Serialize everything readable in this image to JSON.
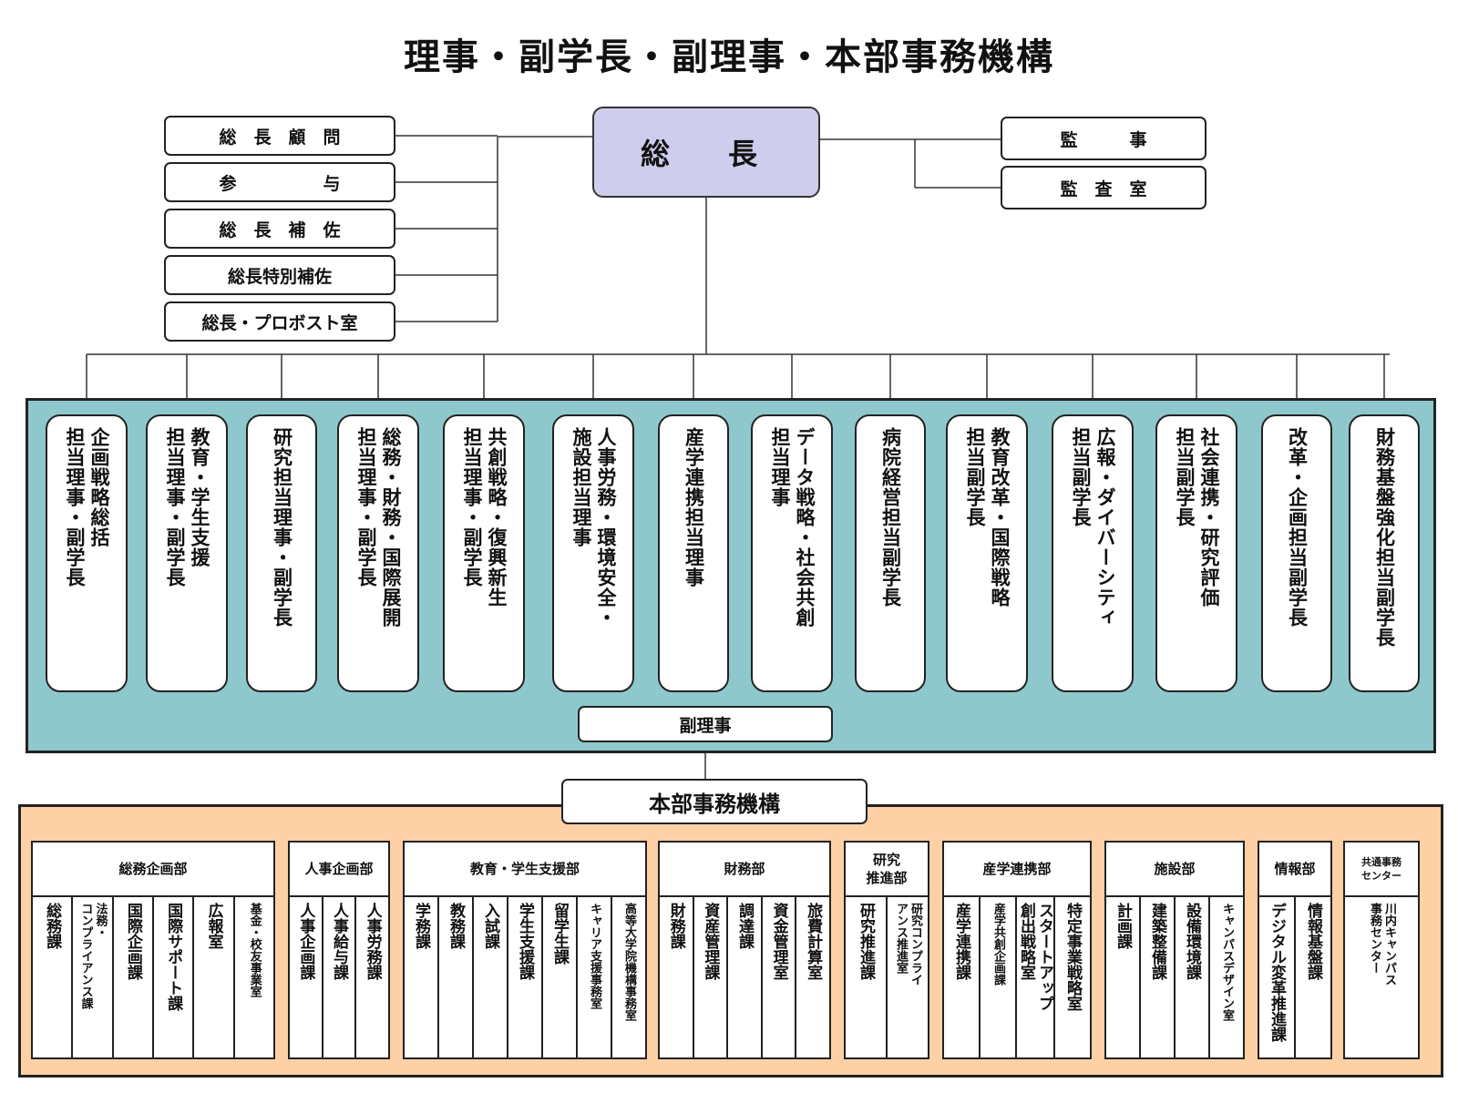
{
  "title": "理事・副学長・副理事・本部事務機構",
  "president": "総　長",
  "advisors": [
    "総　長　顧　問",
    "参　　　　　与",
    "総　長　補　佐",
    "総長特別補佐",
    "総長・プロボスト室"
  ],
  "audit": [
    "監　　　事",
    "監　査　室"
  ],
  "executives": [
    {
      "lines": [
        "企画戦略総括",
        "担当理事・副学長"
      ]
    },
    {
      "lines": [
        "教育・学生支援",
        "担当理事・副学長"
      ]
    },
    {
      "lines": [
        "研究担当理事・副学長"
      ]
    },
    {
      "lines": [
        "総務・財務・国際展開",
        "担当理事・副学長"
      ]
    },
    {
      "lines": [
        "共創戦略・復興新生",
        "担当理事・副学長"
      ]
    },
    {
      "lines": [
        "人事労務・環境安全・",
        "施設担当理事"
      ]
    },
    {
      "lines": [
        "産学連携担当理事"
      ]
    },
    {
      "lines": [
        "データ戦略・社会共創",
        "担当理事"
      ]
    },
    {
      "lines": [
        "病院経営担当副学長"
      ]
    },
    {
      "lines": [
        "教育改革・国際戦略",
        "担当副学長"
      ]
    },
    {
      "lines": [
        "広報・ダイバーシティ",
        "担当副学長"
      ]
    },
    {
      "lines": [
        "社会連携・研究評価",
        "担当副学長"
      ]
    },
    {
      "lines": [
        "改革・企画担当副学長"
      ]
    },
    {
      "lines": [
        "財務基盤強化担当副学長"
      ]
    }
  ],
  "vice_director": "副理事",
  "hq": "本部事務機構",
  "departments": [
    {
      "name": "総務企画部",
      "sections": [
        {
          "lines": [
            "総務課"
          ]
        },
        {
          "lines": [
            "法務・",
            "コンプライアンス課"
          ],
          "small": true
        },
        {
          "lines": [
            "国際企画課"
          ]
        },
        {
          "lines": [
            "国際サポート課"
          ]
        },
        {
          "lines": [
            "広報室"
          ]
        },
        {
          "lines": [
            "基金・校友事業室"
          ],
          "small": true
        }
      ]
    },
    {
      "name": "人事企画部",
      "sections": [
        {
          "lines": [
            "人事企画課"
          ]
        },
        {
          "lines": [
            "人事給与課"
          ]
        },
        {
          "lines": [
            "人事労務課"
          ]
        }
      ]
    },
    {
      "name": "教育・学生支援部",
      "sections": [
        {
          "lines": [
            "学務課"
          ]
        },
        {
          "lines": [
            "教務課"
          ]
        },
        {
          "lines": [
            "入試課"
          ]
        },
        {
          "lines": [
            "学生支援課"
          ]
        },
        {
          "lines": [
            "留学生課"
          ]
        },
        {
          "lines": [
            "キャリア支援事務室"
          ],
          "small": true
        },
        {
          "lines": [
            "高等大学院機構事務室"
          ],
          "small": true
        }
      ]
    },
    {
      "name": "財務部",
      "sections": [
        {
          "lines": [
            "財務課"
          ]
        },
        {
          "lines": [
            "資産管理課"
          ]
        },
        {
          "lines": [
            "調達課"
          ]
        },
        {
          "lines": [
            "資金管理室"
          ]
        },
        {
          "lines": [
            "旅費計算室"
          ]
        }
      ]
    },
    {
      "name": "研究\n推進部",
      "sections": [
        {
          "lines": [
            "研究推進課"
          ]
        },
        {
          "lines": [
            "研究コンプライ",
            "アンス推進室"
          ],
          "small": true
        }
      ]
    },
    {
      "name": "産学連携部",
      "sections": [
        {
          "lines": [
            "産学連携課"
          ]
        },
        {
          "lines": [
            "産学共創企画課"
          ],
          "small": true
        },
        {
          "lines": [
            "スタートアップ",
            "創出戦略室"
          ]
        },
        {
          "lines": [
            "特定事業戦略室"
          ]
        }
      ]
    },
    {
      "name": "施設部",
      "sections": [
        {
          "lines": [
            "計画課"
          ]
        },
        {
          "lines": [
            "建築整備課"
          ]
        },
        {
          "lines": [
            "設備環境課"
          ]
        },
        {
          "lines": [
            "キャンパスデザイン室"
          ],
          "small": true
        }
      ]
    },
    {
      "name": "情報部",
      "sections": [
        {
          "lines": [
            "デジタル変革推進課"
          ]
        },
        {
          "lines": [
            "情報基盤課"
          ]
        }
      ]
    },
    {
      "name": "共通事務\nセンター",
      "small_head": true,
      "sections": [
        {
          "lines": [
            "川内キャンパス",
            "事務センター"
          ],
          "small": true
        }
      ]
    }
  ]
}
